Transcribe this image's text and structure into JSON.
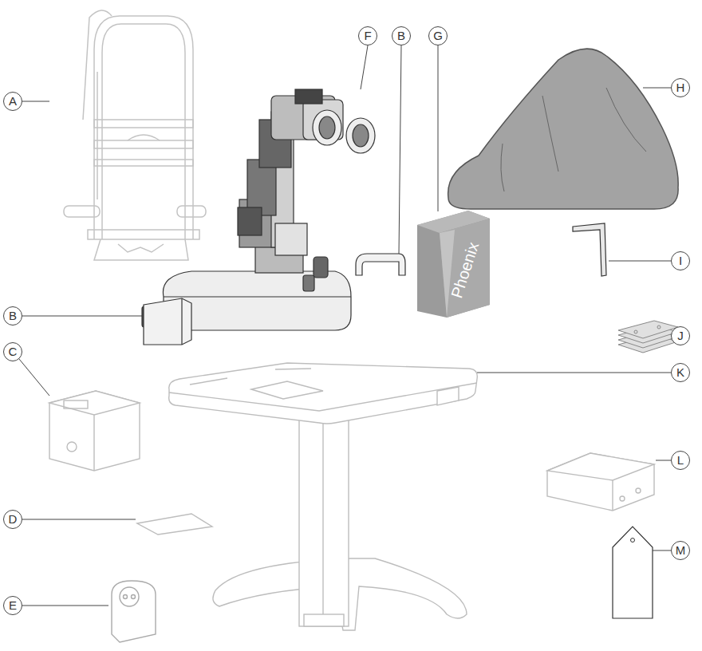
{
  "diagram": {
    "labels": [
      "F",
      "B",
      "G",
      "A",
      "H",
      "I",
      "B",
      "J",
      "C",
      "K",
      "D",
      "L",
      "M",
      "E",
      "Phoenix"
    ]
  }
}
